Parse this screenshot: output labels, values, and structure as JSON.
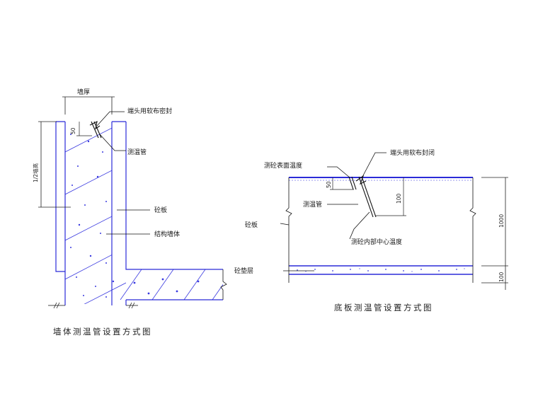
{
  "left_drawing": {
    "caption": "墙体测温管设置方式图",
    "dim_top": "墙厚",
    "dim_50": "50",
    "dim_left": "1/2墙高",
    "label_seal": "端头用软布密封",
    "label_pipe": "测温管",
    "label_concrete": "砼板",
    "label_wall": "结构墙体"
  },
  "right_drawing": {
    "caption": "底板测温管设置方式图",
    "label_surface": "测砼表面温度",
    "label_seal": "端头用软布封闭",
    "label_pipe": "测温管",
    "label_concrete": "砼板",
    "label_center": "测砼内部中心温度",
    "label_cushion": "砼垫层",
    "dim_50": "50",
    "dim_100": "100",
    "dim_1000": "1000",
    "dim_100b": "100"
  },
  "colors": {
    "outline": "#2b2bd8",
    "hatch": "#3a3ae0",
    "leader": "#111111",
    "dimension": "#222222"
  }
}
